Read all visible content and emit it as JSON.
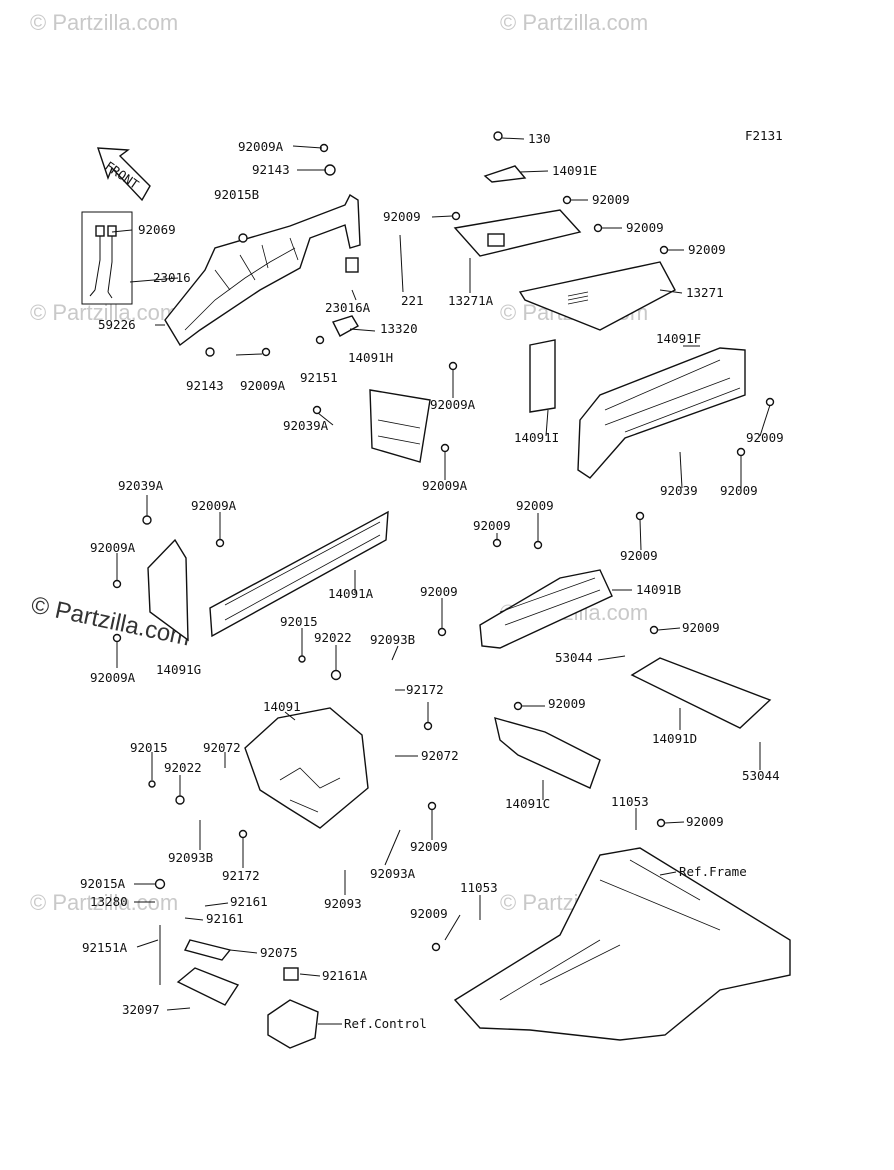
{
  "watermark": "© Partzilla.com",
  "watermark_big": "© Partzilla.com",
  "figure_code": "F2131",
  "front_label": "FRONT",
  "labels": {
    "l92009A_a": "92009A",
    "l92143_a": "92143",
    "l92015B": "92015B",
    "l92069": "92069",
    "l23016": "23016",
    "l59226": "59226",
    "l23016A": "23016A",
    "l221": "221",
    "l13320": "13320",
    "l92151": "92151",
    "l92143_b": "92143",
    "l92009A_b": "92009A",
    "l130": "130",
    "l14091E": "14091E",
    "l92009_a": "92009",
    "l92009_b": "92009",
    "l92009_c": "92009",
    "l92009_d": "92009",
    "l13271A": "13271A",
    "l13271": "13271",
    "l14091F": "14091F",
    "l14091H": "14091H",
    "l92009A_c": "92009A",
    "l92039A_a": "92039A",
    "l92009A_d": "92009A",
    "l14091I": "14091I",
    "l92009_e": "92009",
    "l92039": "92039",
    "l92009_f": "92009",
    "l92039A_b": "92039A",
    "l92009A_e": "92009A",
    "l92009A_f": "92009A",
    "l14091A": "14091A",
    "l14091G": "14091G",
    "l92009A_g": "92009A",
    "l92009_g": "92009",
    "l92009_h": "92009",
    "l92009_i": "92009",
    "l14091B": "14091B",
    "l92009_j": "92009",
    "l92015_a": "92015",
    "l92022_a": "92022",
    "l92093B_a": "92093B",
    "l92172_a": "92172",
    "l92009_k": "92009",
    "l53044_a": "53044",
    "l14091": "14091",
    "l92072_a": "92072",
    "l92072_b": "92072",
    "l92015_b": "92015",
    "l92022_b": "92022",
    "l92093B_b": "92093B",
    "l92172_b": "92172",
    "l92009_l": "92009",
    "l14091D": "14091D",
    "l53044_b": "53044",
    "l92009_m": "92009",
    "l14091C": "14091C",
    "l92093A": "92093A",
    "l92093": "92093",
    "l11053_a": "11053",
    "l92009_n": "92009",
    "l92015A": "92015A",
    "l13280": "13280",
    "l92161_a": "92161",
    "l92161_b": "92161",
    "l92151A": "92151A",
    "l92075": "92075",
    "l11053_b": "11053",
    "l92009_o": "92009",
    "l92161A": "92161A",
    "l32097": "32097",
    "ref_frame": "Ref.Frame",
    "ref_control": "Ref.Control"
  }
}
